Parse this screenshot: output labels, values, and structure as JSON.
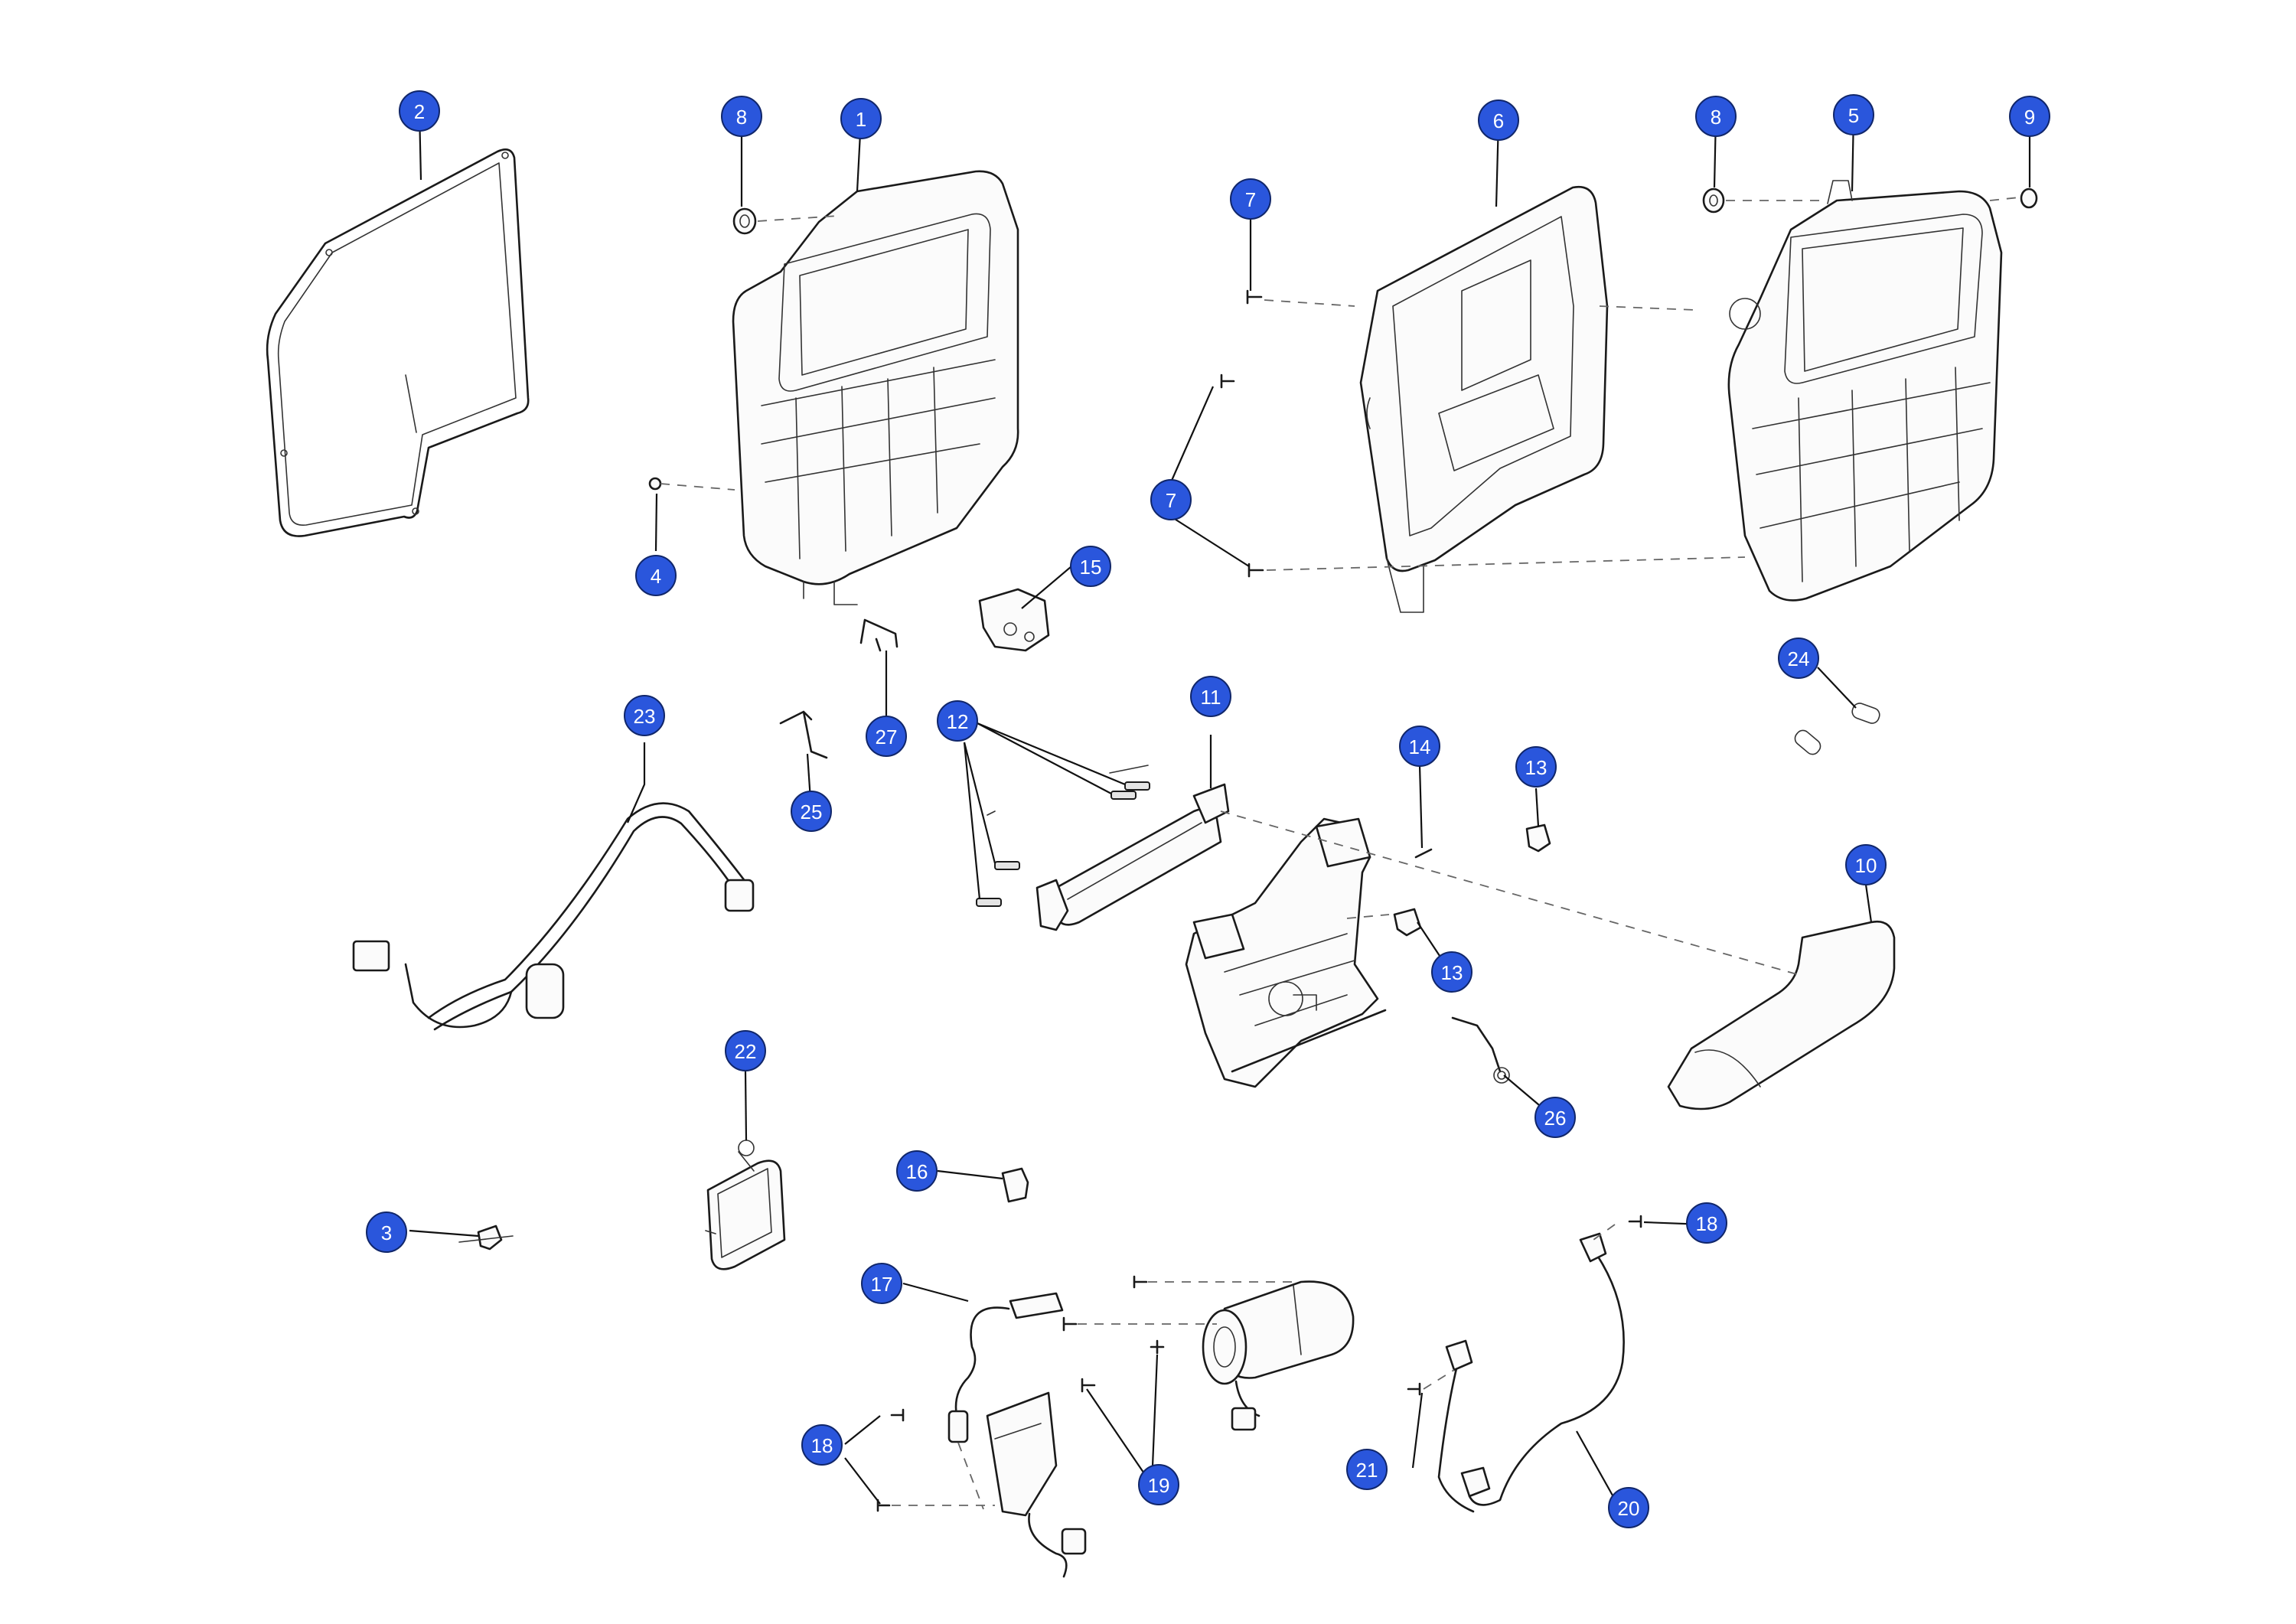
{
  "callouts": [
    {
      "id": "c2a",
      "label": "2"
    },
    {
      "id": "c8a",
      "label": "8"
    },
    {
      "id": "c1",
      "label": "1"
    },
    {
      "id": "c7a",
      "label": "7"
    },
    {
      "id": "c6",
      "label": "6"
    },
    {
      "id": "c8b",
      "label": "8"
    },
    {
      "id": "c5",
      "label": "5"
    },
    {
      "id": "c9",
      "label": "9"
    },
    {
      "id": "c7b",
      "label": "7"
    },
    {
      "id": "c4",
      "label": "4"
    },
    {
      "id": "c15",
      "label": "15"
    },
    {
      "id": "c24",
      "label": "24"
    },
    {
      "id": "c23",
      "label": "23"
    },
    {
      "id": "c27",
      "label": "27"
    },
    {
      "id": "c12",
      "label": "12"
    },
    {
      "id": "c11",
      "label": "11"
    },
    {
      "id": "c25",
      "label": "25"
    },
    {
      "id": "c14",
      "label": "14"
    },
    {
      "id": "c13a",
      "label": "13"
    },
    {
      "id": "c10",
      "label": "10"
    },
    {
      "id": "c13b",
      "label": "13"
    },
    {
      "id": "c22",
      "label": "22"
    },
    {
      "id": "c26",
      "label": "26"
    },
    {
      "id": "c16",
      "label": "16"
    },
    {
      "id": "c3",
      "label": "3"
    },
    {
      "id": "c18a",
      "label": "18"
    },
    {
      "id": "c17",
      "label": "17"
    },
    {
      "id": "c21",
      "label": "21"
    },
    {
      "id": "c18b",
      "label": "18"
    },
    {
      "id": "c19",
      "label": "19"
    },
    {
      "id": "c20",
      "label": "20"
    }
  ],
  "colors": {
    "callout_fill": "#2a56dc",
    "line": "#1a1a1a",
    "background": "#ffffff"
  }
}
